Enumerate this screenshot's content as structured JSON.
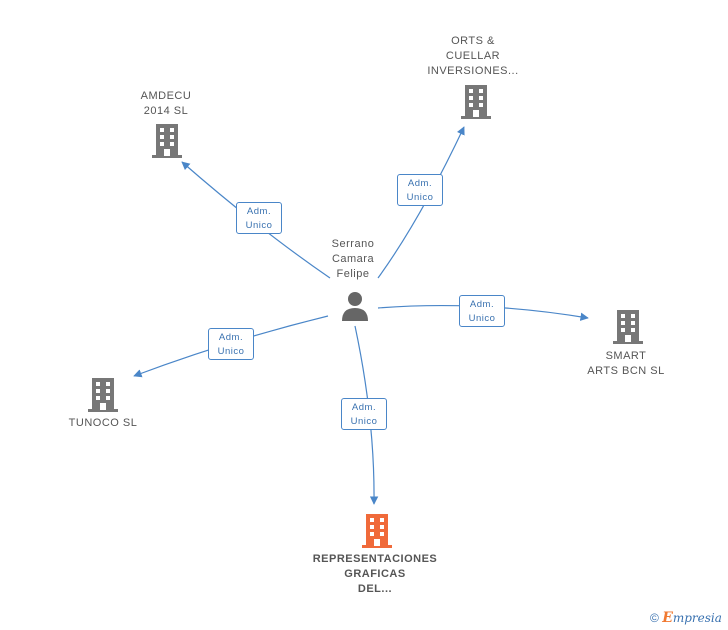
{
  "person": {
    "lines": [
      "Serrano",
      "Camara",
      "Felipe"
    ]
  },
  "nodes": {
    "amdecu": {
      "lines": [
        "AMDECU",
        "2014  SL"
      ]
    },
    "orts": {
      "lines": [
        "ORTS &",
        "CUELLAR",
        "INVERSIONES..."
      ]
    },
    "smart": {
      "lines": [
        "SMART",
        "ARTS BCN  SL"
      ]
    },
    "tunoco": {
      "lines": [
        "TUNOCO  SL"
      ]
    },
    "representaciones": {
      "lines": [
        "REPRESENTACIONES",
        "GRAFICAS",
        "DEL..."
      ]
    }
  },
  "edges": {
    "amdecu": {
      "line1": "Adm.",
      "line2": "Unico"
    },
    "orts": {
      "line1": "Adm.",
      "line2": "Unico"
    },
    "smart": {
      "line1": "Adm.",
      "line2": "Unico"
    },
    "tunoco": {
      "line1": "Adm.",
      "line2": "Unico"
    },
    "representaciones": {
      "line1": "Adm.",
      "line2": "Unico"
    }
  },
  "colors": {
    "edge": "#4a86c8",
    "building": "#777777",
    "main_building": "#f06a3a"
  },
  "footer": {
    "copyright": "©",
    "brand_first": "E",
    "brand_rest": "mpresia"
  }
}
